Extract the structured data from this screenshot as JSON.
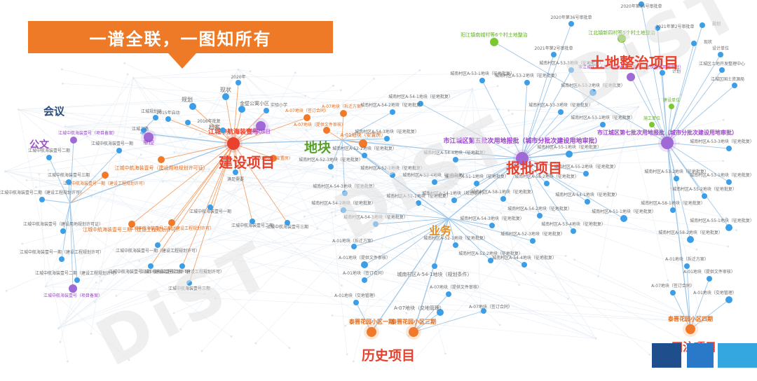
{
  "banner": {
    "title": "一谱全联，一图知所有"
  },
  "categories": {
    "meeting": "会议",
    "document": "公文",
    "construction": "建设项目",
    "land_parcel": "地块",
    "approval": "报批项目",
    "land_remediation": "土地整治项目",
    "business": "业务",
    "history": "历史项目",
    "cutoff": "田注项目"
  },
  "hubs": {
    "construction_hub": "江城中航海装壹号",
    "approval_hub": "市江城区第五批次用地报批（城市分批次建设用地审批）",
    "remediation_hub": "市江城区第七批次用地报批（城市分批次建设用地审批）",
    "parcel_hub": "A-01地块（安置房）",
    "history_hub_1": "泰晋花园小区一期",
    "history_hub_2": "泰晋花园小区三期",
    "history_hub_3": "泰晋花园小区四期"
  },
  "labels": {
    "l01": "2020年",
    "l02": "现状",
    "l03": "规划",
    "l04": "2015年启动",
    "l05": "江城规划局",
    "l06": "2016年批复",
    "l07": "金壁公寓小区",
    "l08": "实验小学",
    "l09": "江城二路",
    "l10": "单位",
    "l11": "档案",
    "l12": "测试项目",
    "l13": "A-07地块（签订合同）",
    "l14": "A-07地块（拆迁方案）",
    "l15": "A-07地块（提供文件审核）",
    "l16": "A-01地块（安置房）",
    "l17": "满足需要",
    "l18": "江城中航海装壹号一期（建设工程规划许可）",
    "l19": "江城中航海装壹号二期（建设工程规划许可）",
    "l20": "江城中航海装壹号（建设用地规划许可证）",
    "l21": "江城中航海装壹号三期（建设工程规划许可）",
    "l22": "江城中航海装壹号（项目备案）",
    "l23": "城南村区A-53-1地块（征地批复）",
    "l24": "城南村区A-53-2地块（征地批复）",
    "l25": "城南村区A-53-3地块（征地批复）",
    "l26": "城南村区A-54-1地块（征地批复）",
    "l27": "城南村区A-54-2地块（征地批复）",
    "l28": "城南村区A-54-3地块（征地批复）",
    "l29": "城南村区A-52-1地块（征地批复）",
    "l30": "城南村区A-52-2地块（征地批复）",
    "l31": "城南村区A-52-3地块（征地批复）",
    "l32": "城南村区A-58-1地块（征地批复）",
    "l33": "城南村区A-58-2地块（征地批复）",
    "l34": "城南村区A-55-1地块（征地批复）",
    "l35": "城南村区A-55-2地块（征地批复）",
    "l36": "城南村区A-54-1地块（规划条件）",
    "l37": "A-01地块（拆迁方案）",
    "l38": "A-01地块（提供文件审核）",
    "l39": "A-01地块（签订合同）",
    "l40": "A-01地块（交地管理）",
    "l41": "A-07地块（交地管理）",
    "l42": "A-07地块（签订合同）",
    "l43": "A-07地块（提供文件审核）",
    "l44": "A-01地块（拆迁方案）",
    "l45": "A-01地块（提供文件审核）",
    "l46": "A-07地块（签订合同）",
    "l47": "A-01地块（交地管理）",
    "l48": "阳江镇南城村等6个村土地整治",
    "l49": "江北镇新四村等5个村土地整治",
    "l50": "规划",
    "l51": "现状",
    "l52": "计划",
    "l53": "设计单位",
    "l54": "市江城区第十批次用地报批（城市分批次建设用地审批）",
    "l55": "江城中航海装壹号一期",
    "l56": "江城中航海装壹号二期",
    "l57": "江城中航海装壹号三期",
    "l58": "城南村区A-54-4地块（征地批复）",
    "l59": "城南村区A-53-4地块（征地批复）",
    "l60": "城南村区A-51-1地块（征地批复）",
    "l61": "2020年第36号审批单",
    "l62": "2021年第2号审批单",
    "l63": "江城区土地开发整理中心",
    "l64": "江城区国土资源局",
    "l65": "建设单位",
    "l66": "施工单位"
  },
  "colors": {
    "construction": "#e8412d",
    "approval": "#e8412d",
    "remediation": "#e8412d",
    "land_parcel": "#5aa02c",
    "meeting": "#2b4a7a",
    "document": "#9b4fc9",
    "business": "#e88f20",
    "history": "#e8412d",
    "node_blue": "#3a9ee8",
    "node_orange": "#f07a2a",
    "node_purple": "#a06ad6",
    "node_green": "#7cc832",
    "edge": "#9ec6e8",
    "edge_orange": "#f4a46a",
    "banner": "#ee7a27",
    "label_orange": "#e06a1a",
    "label_purple": "#9b3fd0",
    "label_green": "#5fb021"
  },
  "watermark": "DiST"
}
